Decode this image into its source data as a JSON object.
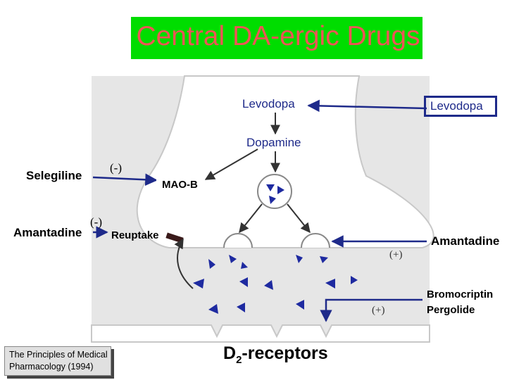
{
  "title": "Central DA-ergic Drugs",
  "labels": {
    "levodopa_inside": "Levodopa",
    "levodopa_outside": "Levodopa",
    "dopamine": "Dopamine",
    "selegiline": "Selegiline",
    "selegiline_sign": "(-)",
    "mao_b": "MAO-B",
    "amantadine_left": "Amantadine",
    "amantadine_left_sign": "(-)",
    "reuptake": "Reuptake",
    "amantadine_right": "Amantadine",
    "release_sign": "(+)",
    "receptor_sign": "(+)",
    "bromocriptine": "Bromocriptin",
    "pergolide": "Pergolide",
    "d2_prefix": "D",
    "d2_sub": "2",
    "d2_suffix": "-receptors"
  },
  "source": {
    "line1": "The Principles of Medical",
    "line2": "Pharmacology (1994)"
  },
  "colors": {
    "title_bg": "#00dd00",
    "title_text": "#ee5555",
    "arrow": "#1e2a8a",
    "synapse_bg": "#e6e6e6",
    "molecule": "#1e2aa0"
  }
}
